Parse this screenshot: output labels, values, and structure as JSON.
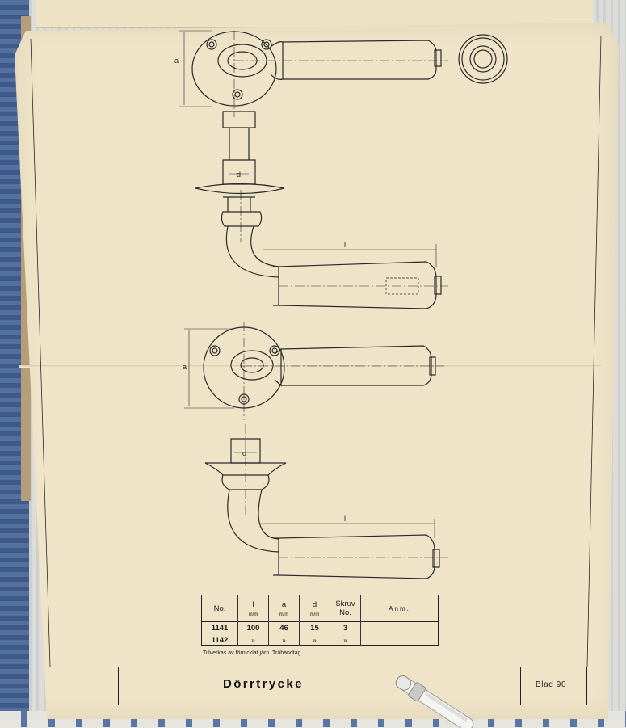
{
  "drawing": {
    "dim_a": "a",
    "dim_d": "d",
    "dim_l": "l"
  },
  "spec_table": {
    "headers": [
      {
        "label": "No.",
        "unit": ""
      },
      {
        "label": "l",
        "unit": "m/m"
      },
      {
        "label": "a",
        "unit": "m/m"
      },
      {
        "label": "d",
        "unit": "m/m"
      },
      {
        "label": "Skruv",
        "unit": "No."
      },
      {
        "label": "Anm.",
        "unit": ""
      }
    ],
    "rows": [
      [
        "1141",
        "100",
        "46",
        "15",
        "3",
        ""
      ],
      [
        "1142",
        "»",
        "»",
        "»",
        "»",
        ""
      ]
    ],
    "note": "Tillverkas av förnicklat järn. Trähandtag."
  },
  "title_block": {
    "title": "Dörrtrycke",
    "sheet": "Blad 90"
  },
  "colors": {
    "paper": "#efe4c8",
    "ink": "#222222",
    "fabric": "#4b6796"
  }
}
